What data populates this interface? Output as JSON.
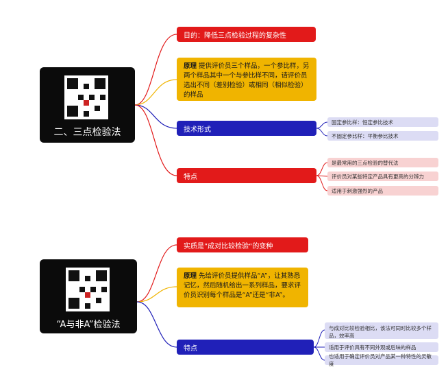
{
  "diagram1": {
    "root_title": "二、三点检验法",
    "goal": "目的：降低三点检验过程的复杂性",
    "principle_label": "原理",
    "principle_text": "提供评价员三个样品，一个参比样，另两个样品其中一个与参比样不同，请评价员选出不同（差别检验）或相同（相似检验）的样品",
    "tech_label": "技术形式",
    "tech_items": [
      "固定参比样：恒定参比技术",
      "不固定参比样：平衡参比技术"
    ],
    "feature_label": "特点",
    "feature_items": [
      "是最常用的三点检验的替代法",
      "评价员对某些特定产品具有更高的分辨力",
      "适用于刺激强烈的产品"
    ]
  },
  "diagram2": {
    "root_title": "“A与非A”检验法",
    "essence": "实质是”成对比较检验“的变种",
    "principle_label": "原理",
    "principle_text": "先给评价员提供样品“A”，让其熟悉记忆，然后随机给出一系列样品，要求评价员识别每个样品是“A”还是“非A”。",
    "feature_label": "特点",
    "feature_items": [
      "与成对比较检验相比，该法可同时比较多个样品，效率高",
      "适用于评价具有不同外观或后味的样品",
      "也适用于确定评价员对产品某一种特性的灵敏度"
    ]
  },
  "colors": {
    "red": "#e21a1a",
    "yellow": "#f0b400",
    "blue": "#2020b8",
    "leaf_blue": "#dcdcf4",
    "leaf_red": "#f8d2d2",
    "root": "#0b0b0b"
  }
}
